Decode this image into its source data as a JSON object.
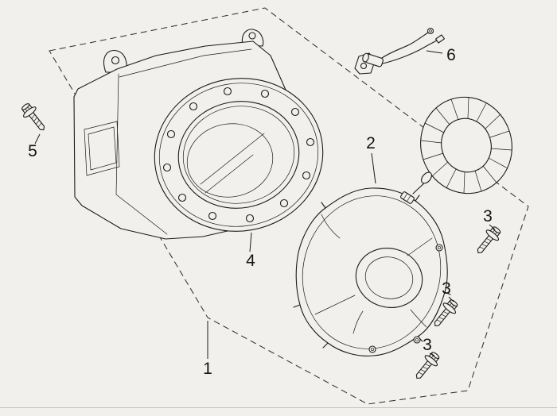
{
  "page": {
    "background_color": "#f1f0ed",
    "line_color": "#1b1b1b"
  },
  "diagram": {
    "callouts": [
      {
        "text": "1"
      },
      {
        "text": "2"
      },
      {
        "text": "3"
      },
      {
        "text": "3"
      },
      {
        "text": "3"
      },
      {
        "text": "4"
      },
      {
        "text": "5"
      },
      {
        "text": "6"
      }
    ]
  }
}
